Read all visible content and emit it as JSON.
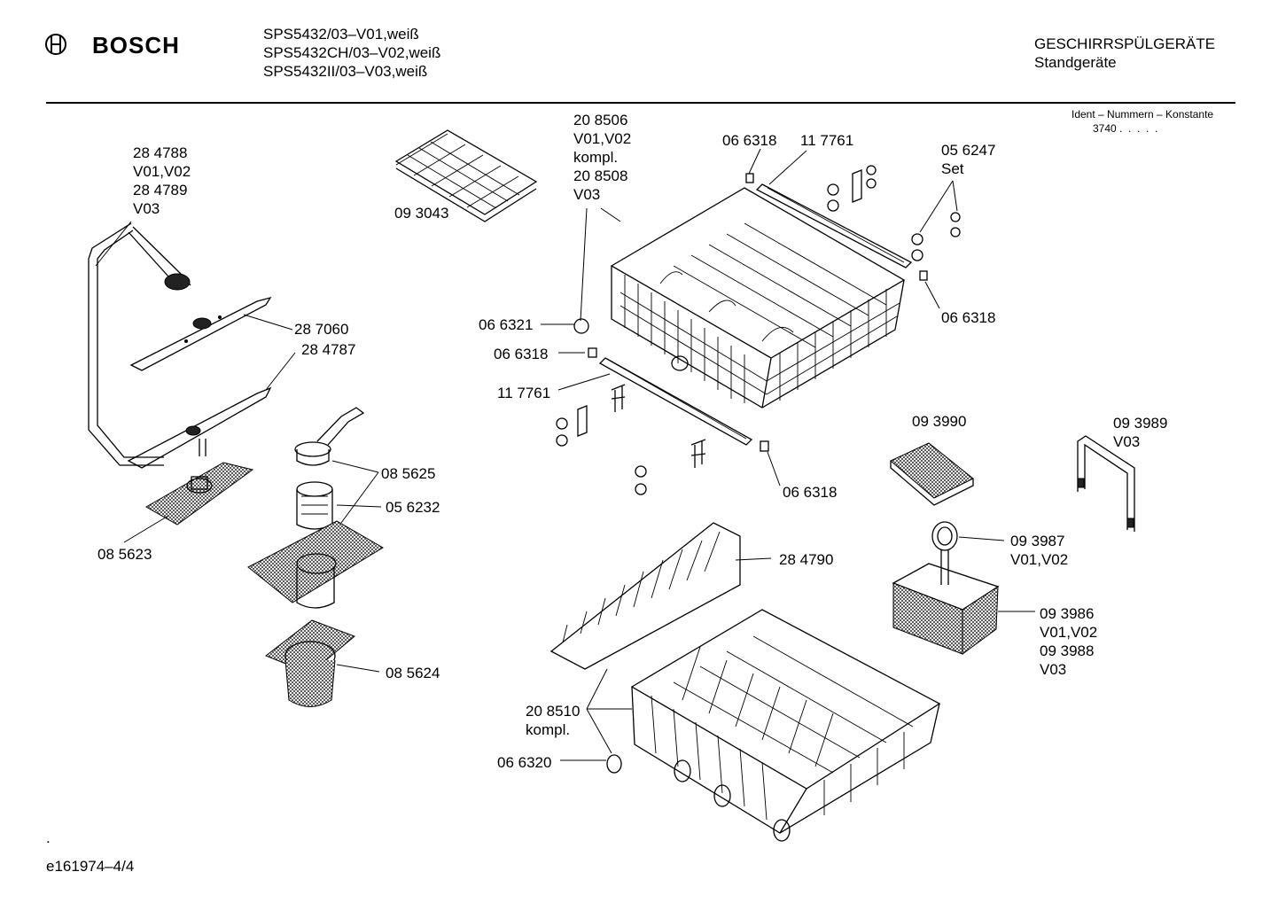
{
  "header": {
    "brand": "BOSCH",
    "models": [
      "SPS5432/03–V01,weiß",
      "SPS5432CH/03–V02,weiß",
      "SPS5432II/03–V03,weiß"
    ],
    "category": "GESCHIRRSPÜLGERÄTE",
    "subcategory": "Standgeräte",
    "ident_label": "Ident – Nummern – Konstante",
    "ident_value": "3740 .  .  .  .  ."
  },
  "labels": {
    "l_284788": "28 4788\nV01,V02\n28 4789\nV03",
    "l_287060": "28 7060",
    "l_284787": "28 4787",
    "l_093043": "09 3043",
    "l_208506": "20 8506\nV01,V02\nkompl.\n20 8508\nV03",
    "l_066318_a": "06 6318",
    "l_117761_a": "11 7761",
    "l_056247": "05 6247\nSet",
    "l_066318_b": "06 6318",
    "l_066321": "06 6321",
    "l_066318_c": "06 6318",
    "l_117761_b": "11 7761",
    "l_093990": "09 3990",
    "l_093989": "09 3989\nV03",
    "l_066318_d": "06 6318",
    "l_085625": "08 5625",
    "l_056232": "05 6232",
    "l_085623": "08 5623",
    "l_284790": "28 4790",
    "l_093987": "09 3987\nV01,V02",
    "l_093986": "09 3986\nV01,V02\n09 3988\nV03",
    "l_085624": "08 5624",
    "l_208510": "20 8510\nkompl.",
    "l_066320": "06 6320"
  },
  "footer": {
    "doc_id": "e161974–4/4",
    "dot": "."
  }
}
